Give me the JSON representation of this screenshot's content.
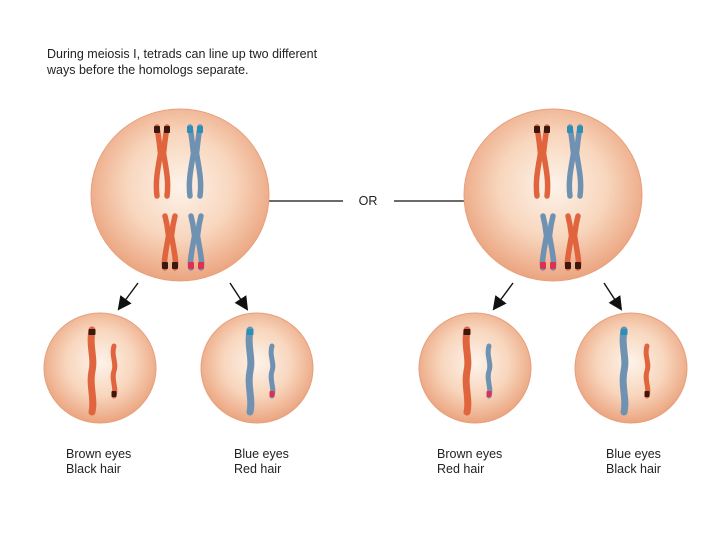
{
  "intro": {
    "line1": "During meiosis I, tetrads can line up two different",
    "line2": "ways before the homologs separate."
  },
  "or_label": "OR",
  "colors": {
    "maternal": "#e0653f",
    "paternal": "#6f92b3",
    "maternal_band": "#3a1810",
    "paternal_band": "#2b8fb8",
    "red_band": "#e03050",
    "cell_fill": "#f6c7a6",
    "cell_center": "#fdf0e4",
    "cell_edge": "#e8a07c"
  },
  "outcomes": [
    {
      "eyes": "Brown eyes",
      "hair": "Black hair"
    },
    {
      "eyes": "Blue eyes",
      "hair": "Red hair"
    },
    {
      "eyes": "Brown eyes",
      "hair": "Red hair"
    },
    {
      "eyes": "Blue eyes",
      "hair": "Black hair"
    }
  ]
}
